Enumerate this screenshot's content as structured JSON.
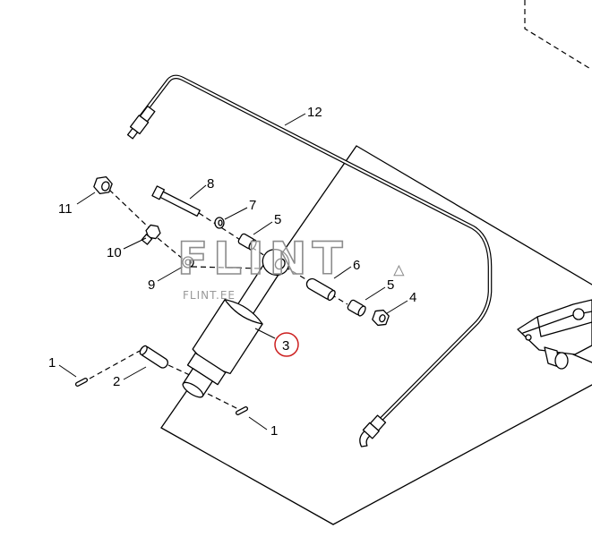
{
  "diagram": {
    "callouts": [
      {
        "label": "12"
      },
      {
        "label": "8"
      },
      {
        "label": "7"
      },
      {
        "label": "5"
      },
      {
        "label": "11"
      },
      {
        "label": "10"
      },
      {
        "label": "6"
      },
      {
        "label": "9"
      },
      {
        "label": "5"
      },
      {
        "label": "4"
      },
      {
        "label": "3",
        "highlighted": true
      },
      {
        "label": "1"
      },
      {
        "label": "2"
      },
      {
        "label": "1"
      }
    ],
    "watermark": {
      "logo": "FLINT",
      "logo_mark": "▲",
      "domain": "FLINT.EE"
    }
  },
  "colors": {
    "line": "#000000",
    "highlight_circle": "#cc1f1f",
    "watermark": "#8c8c8c",
    "background": "#ffffff"
  }
}
